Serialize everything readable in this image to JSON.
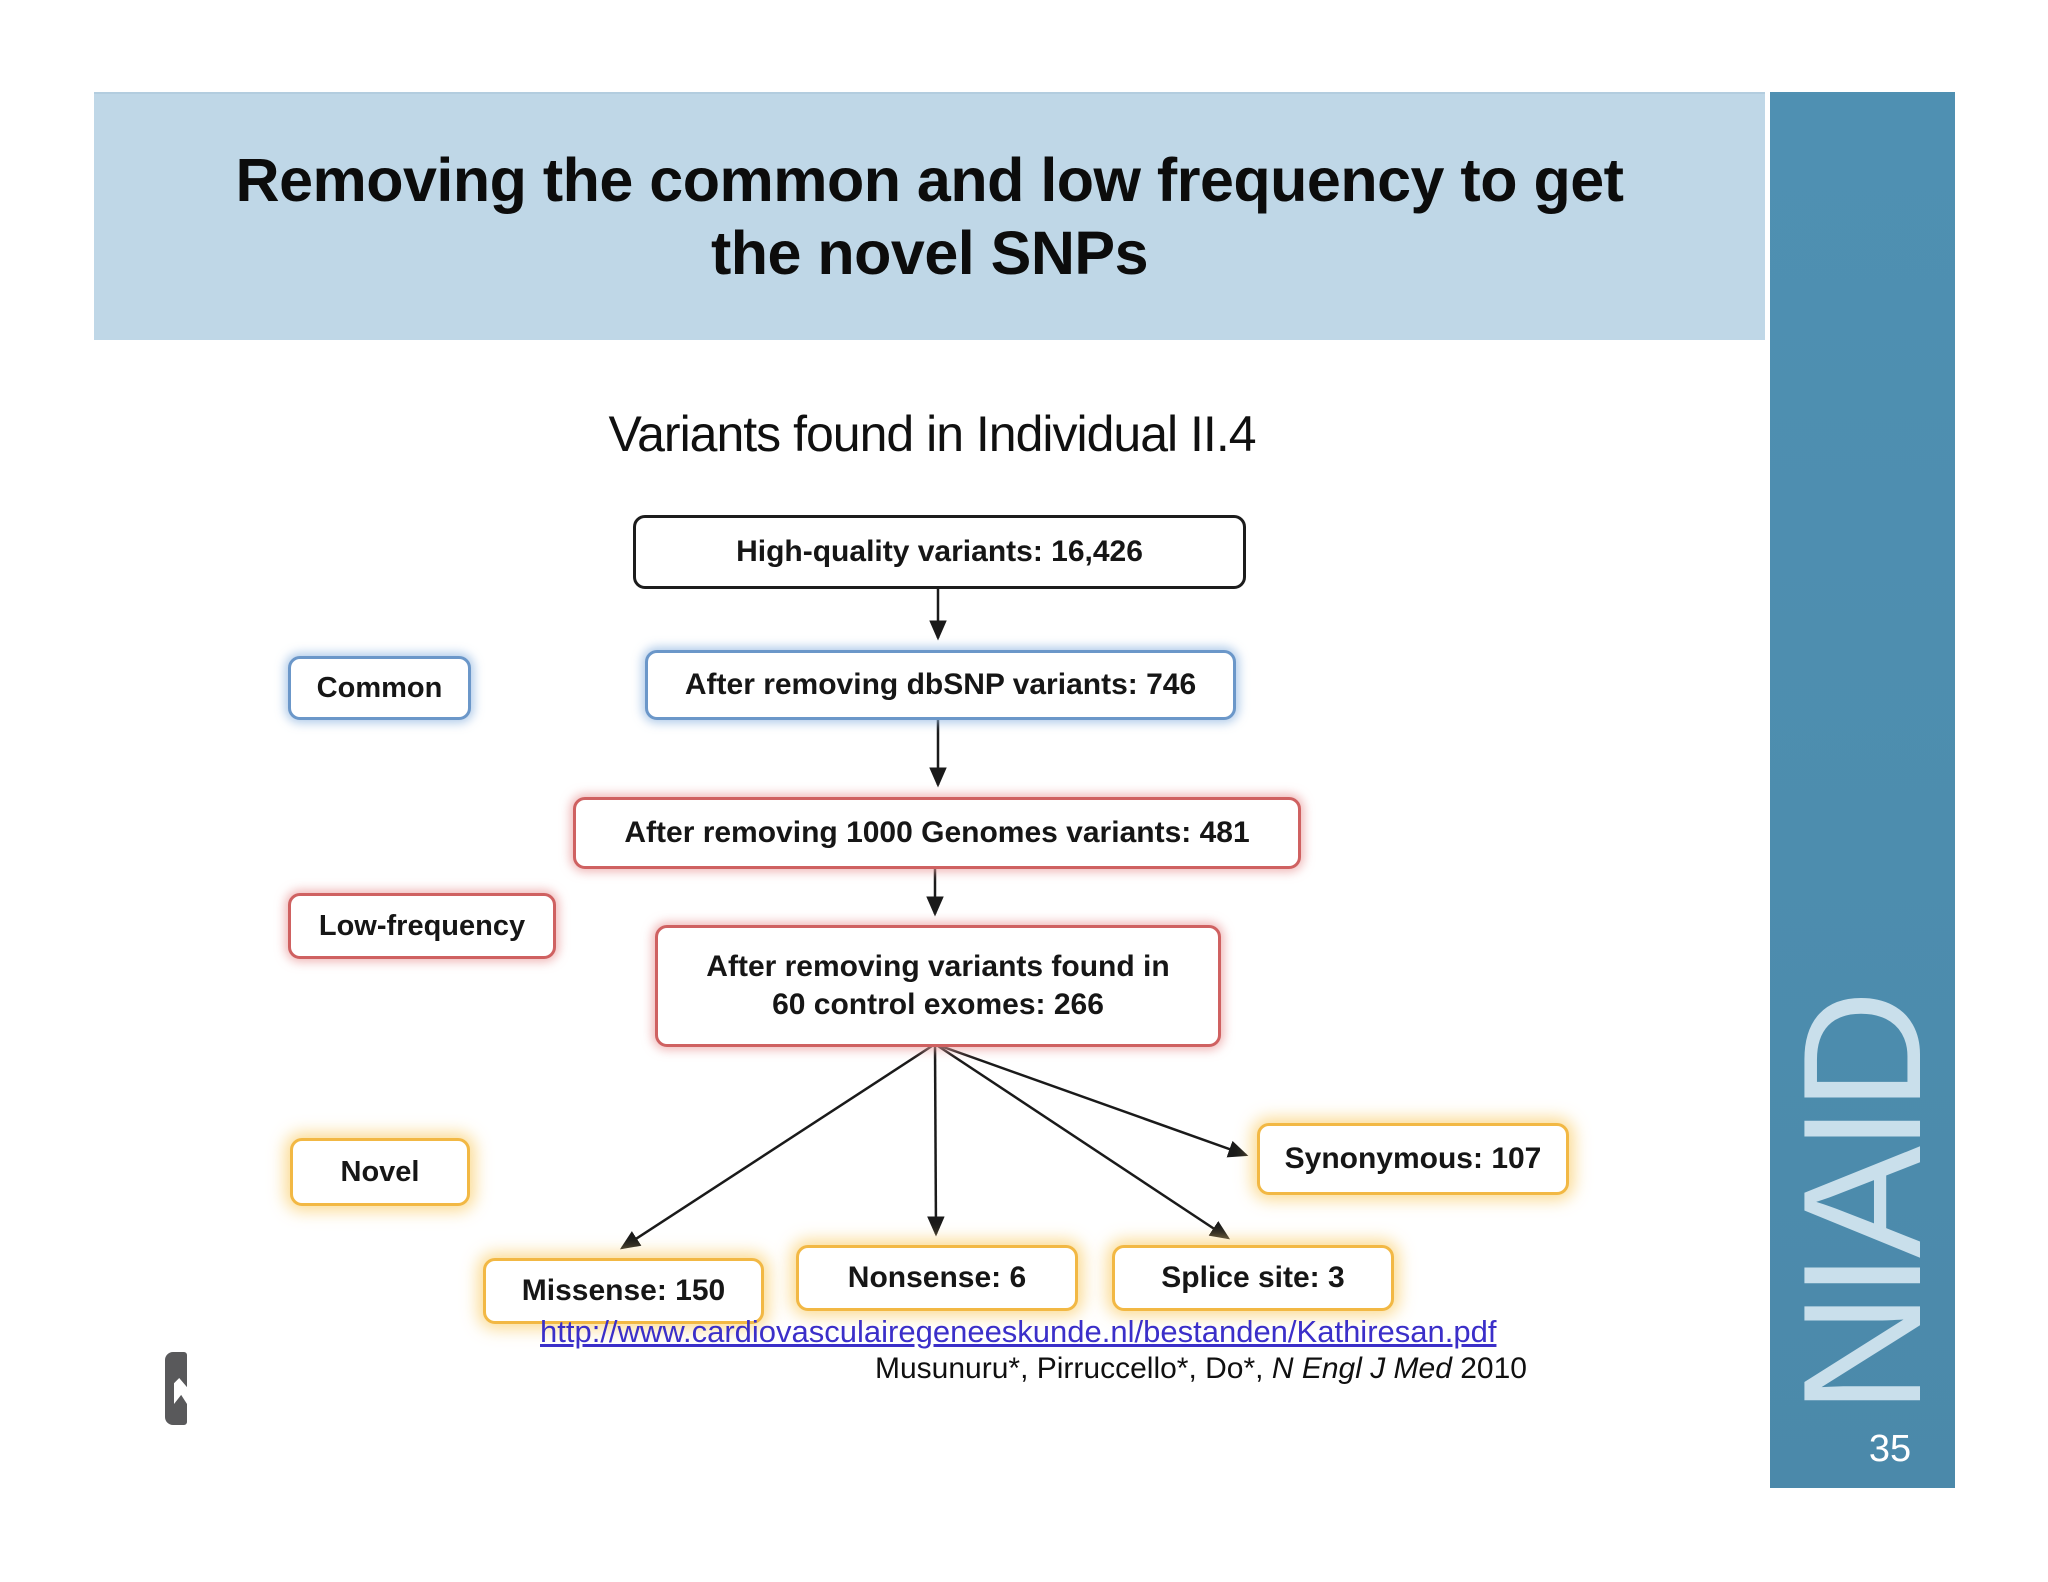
{
  "slide": {
    "title_line1": "Removing the common and low frequency to get",
    "title_line2": "the novel SNPs",
    "page_number": "35",
    "sidebar_logo": "NIAID"
  },
  "diagram": {
    "title": "Variants found in Individual II.4",
    "flow_boxes": [
      {
        "label": "High-quality variants: 16,426",
        "style": "black"
      },
      {
        "label": "After removing dbSNP variants: 746",
        "style": "blue"
      },
      {
        "label": "After removing 1000 Genomes variants: 481",
        "style": "red"
      },
      {
        "line1": "After removing variants found in",
        "line2": "60 control exomes: 266",
        "style": "red"
      }
    ],
    "category_labels": [
      {
        "label": "Common",
        "style": "blue"
      },
      {
        "label": "Low-frequency",
        "style": "red"
      },
      {
        "label": "Novel",
        "style": "yellow"
      }
    ],
    "leaf_boxes": [
      {
        "label": "Missense: 150"
      },
      {
        "label": "Nonsense: 6"
      },
      {
        "label": "Splice site: 3"
      },
      {
        "label": "Synonymous: 107"
      }
    ]
  },
  "footer": {
    "link": "http://www.cardiovasculairegeneeskunde.nl/bestanden/Kathiresan.pdf",
    "citation_authors": "Musunuru*, Pirruccello*, Do*, ",
    "citation_journal": "N Engl J Med",
    "citation_year": " 2010"
  },
  "colors": {
    "header_band": "#bfd7e7",
    "sidebar": "#4d8dae",
    "niaid_text": "#c9dfeb",
    "blue_border": "#6b97c9",
    "red_border": "#cf6161",
    "yellow_border": "#f2b844",
    "black_border": "#1c1c1c",
    "link": "#3b2fc9"
  }
}
